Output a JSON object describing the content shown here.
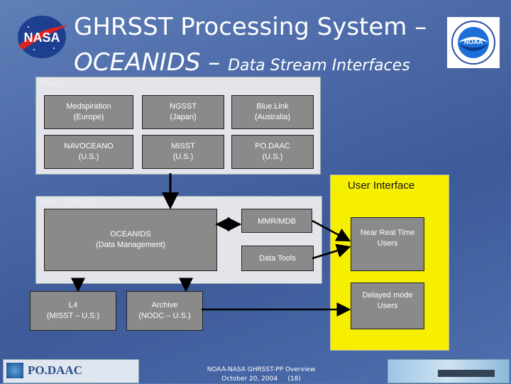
{
  "title": {
    "line1": "GHRSST Processing System –",
    "line2_main": "OCEANIDS –",
    "line2_sub": "Data Stream Interfaces"
  },
  "logos": {
    "nasa": "NASA",
    "noaa": "NOAA",
    "podaac": "PO.DAAC"
  },
  "rdacs": {
    "label": "RDACs",
    "boxes": [
      "Medspiration\n(Europe)",
      "NGSST\n(Japan)",
      "Blue.Link\n(Australia)",
      "NAVOCEANO\n(U.S.)",
      "MISST\n(U.S.)",
      "PO.DAAC\n(U.S.)"
    ]
  },
  "user_interface": {
    "label": "User Interface",
    "near_real_time": "Near Real Time\nUsers",
    "delayed_mode": "Delayed mode\nUsers"
  },
  "gdac": {
    "label": "GDAC (JPL U.S.)",
    "oceanids": "OCEANIDS\n(Data Management)",
    "mmr": "MMR/MDB",
    "data_tools": "Data Tools"
  },
  "l4": "L4\n(MISST – U.S.)",
  "archive": "Archive\n(NODC – U.S.)",
  "footer": {
    "line1": "NOAA-NASA GHRSST-PP Overview",
    "line2": "October 20, 2004     (18)"
  }
}
